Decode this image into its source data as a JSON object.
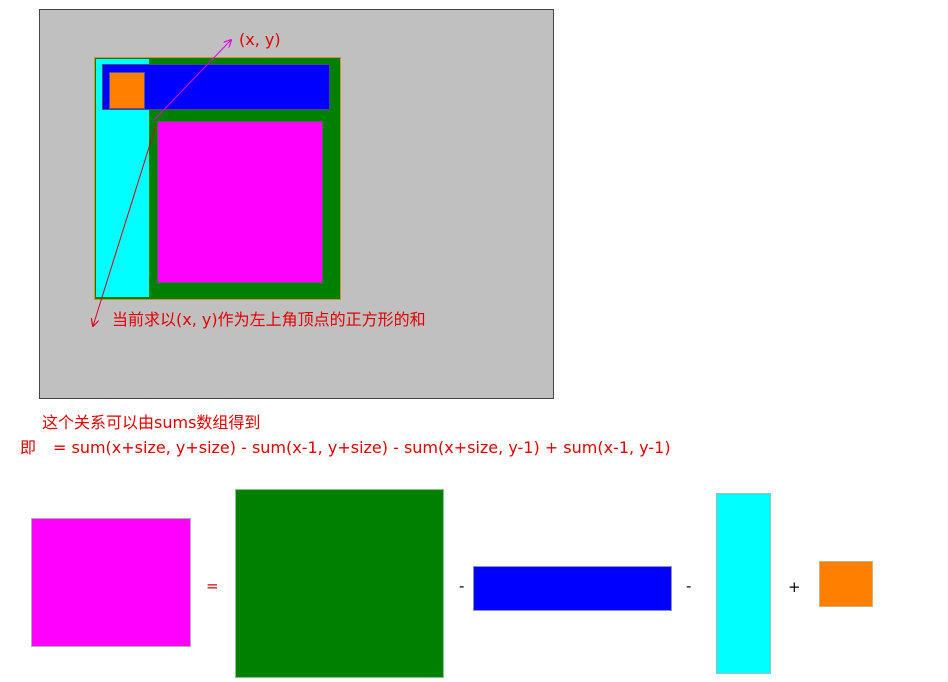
{
  "top_diagram": {
    "point_label": "(x, y)",
    "annotation": "当前求以(x, y)作为左上角顶点的正方形的和"
  },
  "relation_text": "这个关系可以由sums数组得到",
  "formula": {
    "prefix": "即",
    "expression": "= sum(x+size, y+size) - sum(x-1, y+size) - sum(x+size, y-1) + sum(x-1, y-1)"
  },
  "equation": {
    "ops": [
      "=",
      "-",
      "-",
      "+"
    ]
  },
  "colors": {
    "panel_bg": "#c0c0c0",
    "green": "#008000",
    "blue": "#0000ff",
    "cyan": "#00ffff",
    "orange": "#ff8000",
    "magenta": "#ff00ff",
    "text_red": "#e00000",
    "arrow_magenta": "#e000e0",
    "arrow_red": "#e00020"
  }
}
